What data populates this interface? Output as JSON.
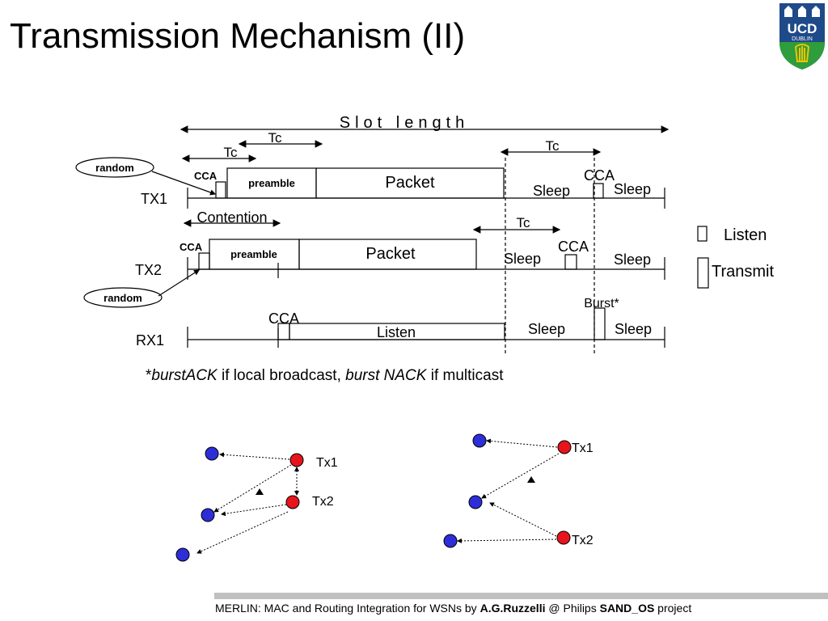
{
  "title": "Transmission Mechanism (II)",
  "logo": {
    "line1": "UCD",
    "line2": "DUBLIN",
    "colors": {
      "navy": "#1f4a8a",
      "green": "#2e9d3c",
      "gold": "#f2c300"
    }
  },
  "timing": {
    "slot_length": "Slot length",
    "tc": "Tc",
    "cca": "CCA",
    "random": "random",
    "contention": "Contention",
    "rows": {
      "tx1": {
        "label": "TX1",
        "preamble": "preamble",
        "packet": "Packet",
        "sleep1": "Sleep",
        "sleep2": "Sleep"
      },
      "tx2": {
        "label": "TX2",
        "preamble": "preamble",
        "packet": "Packet",
        "sleep1": "Sleep",
        "sleep2": "Sleep"
      },
      "rx1": {
        "label": "RX1",
        "listen": "Listen",
        "sleep1": "Sleep",
        "burst": "Burst*",
        "sleep2": "Sleep"
      }
    },
    "legend": {
      "listen": "Listen",
      "transmit": "Transmit"
    },
    "footnote": {
      "star": "*",
      "part1": "burstACK",
      "part2": " if local broadcast, ",
      "part3": "burst NACK",
      "part4": " if multicast"
    }
  },
  "topology": {
    "colors": {
      "sender": "#e8141c",
      "receiver": "#2e2ed8"
    },
    "left": {
      "tx1": "Tx1",
      "tx2": "Tx2"
    },
    "right": {
      "tx1": "Tx1",
      "tx2": "Tx2"
    }
  },
  "footer": {
    "part1": "MERLIN: MAC and Routing Integration for WSNs by ",
    "author": "A.G.Ruzzelli",
    "part2": " @ Philips ",
    "project": "SAND_OS",
    "part3": " project"
  }
}
